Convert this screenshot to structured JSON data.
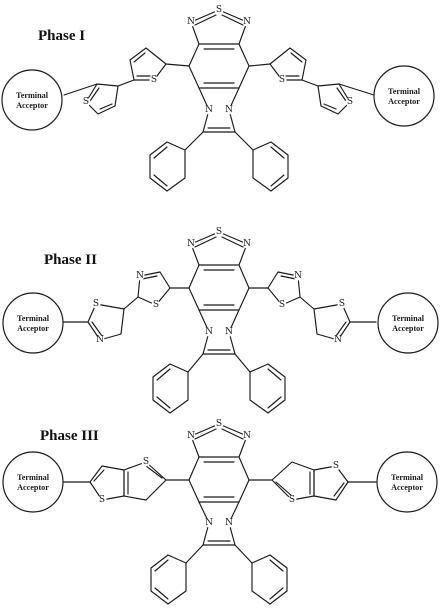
{
  "phases": [
    {
      "title": "Phase I"
    },
    {
      "title": "Phase II"
    },
    {
      "title": "Phase III"
    }
  ],
  "terminal_label_line1": "Terminal",
  "terminal_label_line2": "Acceptor",
  "atom_labels": {
    "sulfur": "S",
    "nitrogen": "N"
  }
}
